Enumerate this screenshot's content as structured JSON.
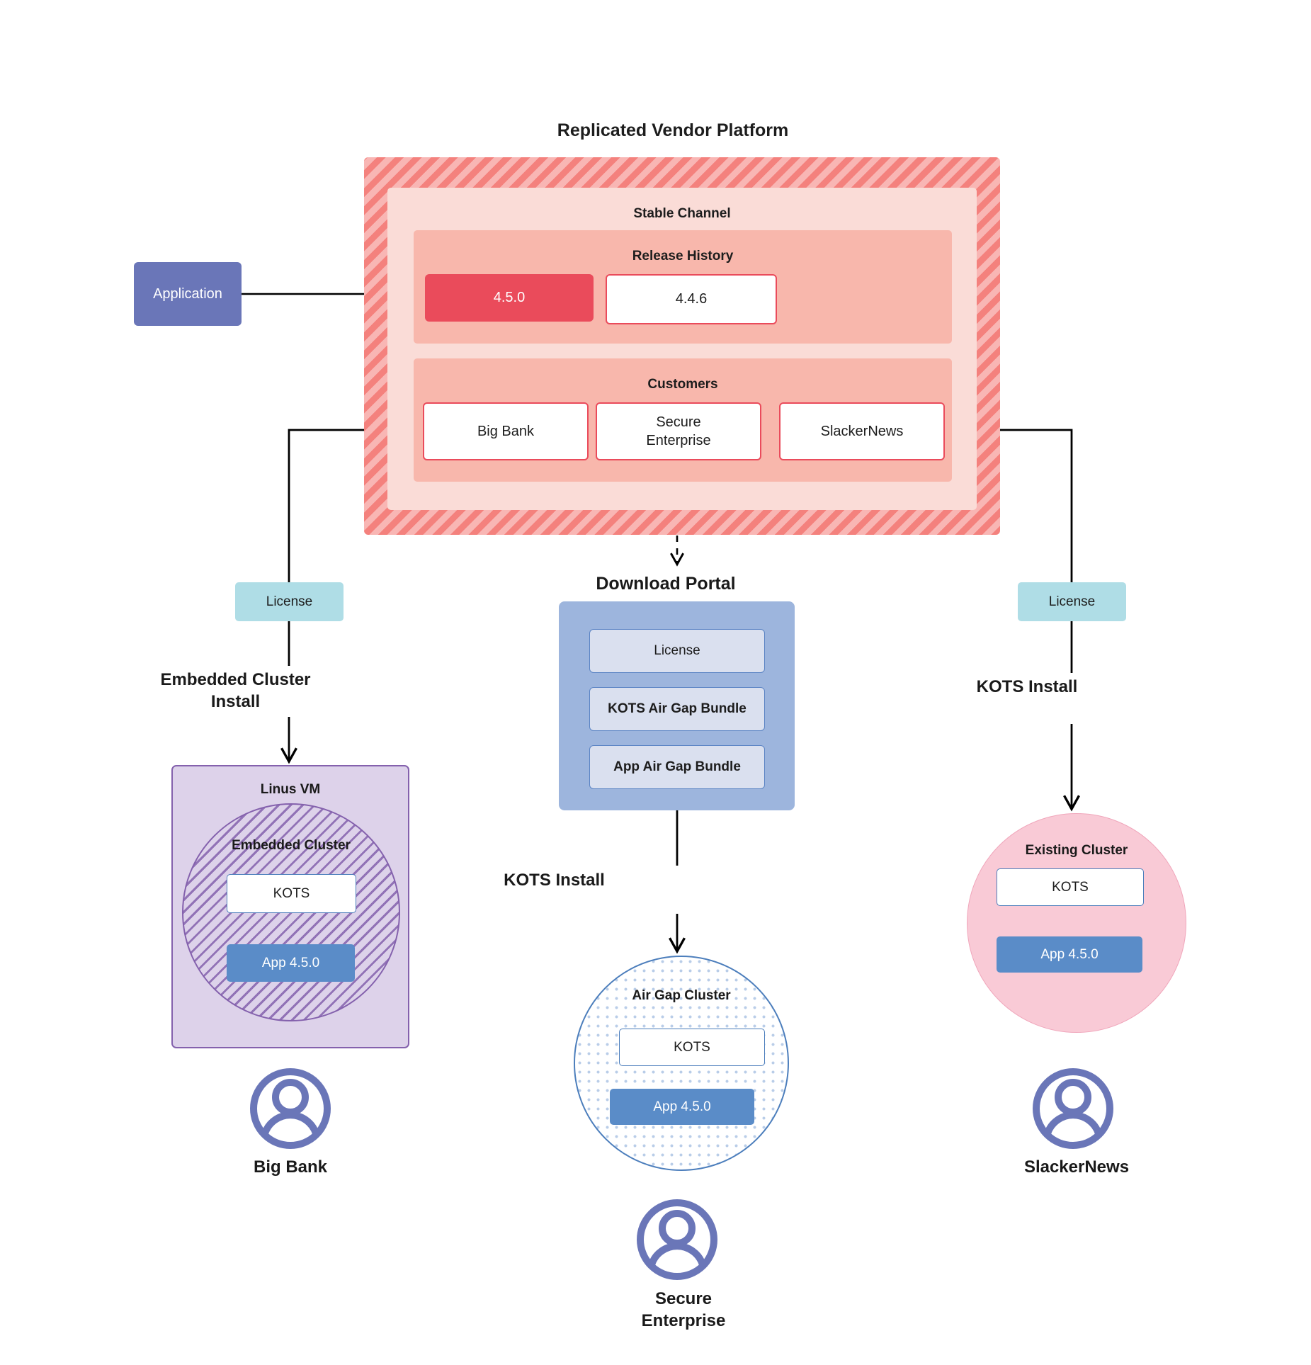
{
  "diagram": {
    "title": "Replicated Vendor Platform",
    "application_box": {
      "label": "Application"
    },
    "stable_channel": {
      "label": "Stable Channel",
      "release_history": {
        "label": "Release History",
        "releases": [
          {
            "version": "4.5.0",
            "state": "current"
          },
          {
            "version": "4.4.6",
            "state": "previous"
          }
        ]
      },
      "customers": {
        "label": "Customers",
        "items": [
          {
            "name": "Big Bank"
          },
          {
            "name": "Secure\nEnterprise"
          },
          {
            "name": "SlackerNews"
          }
        ]
      }
    },
    "licenses": {
      "left_label": "License",
      "right_label": "License"
    },
    "install_labels": {
      "embedded_cluster_install": "Embedded Cluster\nInstall",
      "kots_install_right": "KOTS Install",
      "kots_install_center": "KOTS Install"
    },
    "download_portal": {
      "title": "Download  Portal",
      "items": [
        {
          "label": "License"
        },
        {
          "label": "KOTS Air Gap Bundle"
        },
        {
          "label": "App Air Gap Bundle"
        }
      ]
    },
    "left_column": {
      "host_label": "Linus VM",
      "cluster_label": "Embedded Cluster",
      "kots_label": "KOTS",
      "app_label": "App 4.5.0",
      "persona": "Big Bank",
      "persona_icon": "user-avatar-icon"
    },
    "center_column": {
      "cluster_label": "Air Gap Cluster",
      "kots_label": "KOTS",
      "app_label": "App 4.5.0",
      "persona": "Secure\nEnterprise",
      "persona_icon": "user-avatar-icon"
    },
    "right_column": {
      "cluster_label": "Existing Cluster",
      "kots_label": "KOTS",
      "app_label": "App 4.5.0",
      "persona": "SlackerNews",
      "persona_icon": "user-avatar-icon"
    },
    "colors": {
      "vendor_hatch": "#f4817d",
      "stable_channel_bg": "#fadcd7",
      "section_bg": "#f8b7ac",
      "release_current": "#ea4b5b",
      "application": "#6a76b8",
      "license": "#afdde6",
      "portal_bg": "#9db5dd",
      "portal_item_bg": "#dae0ef",
      "vm_purple": "#ddd2ea",
      "vm_purple_stroke": "#8461ad",
      "existing_cluster_pink": "#f9cad6",
      "app_blue": "#5a8cc8",
      "kots_border": "#4c7ebc",
      "persona_icon": "#6a76b8"
    }
  }
}
